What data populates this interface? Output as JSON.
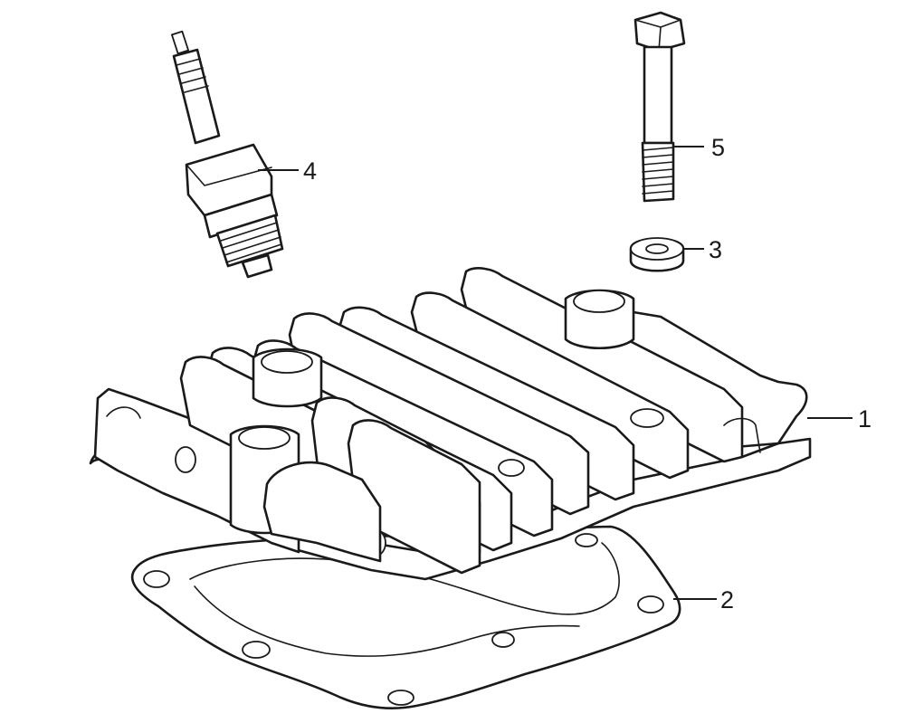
{
  "callouts": {
    "part1": "1",
    "part2": "2",
    "part3": "3",
    "part4": "4",
    "part5": "5"
  },
  "colors": {
    "line": "#1a1a1a",
    "background": "#ffffff"
  }
}
